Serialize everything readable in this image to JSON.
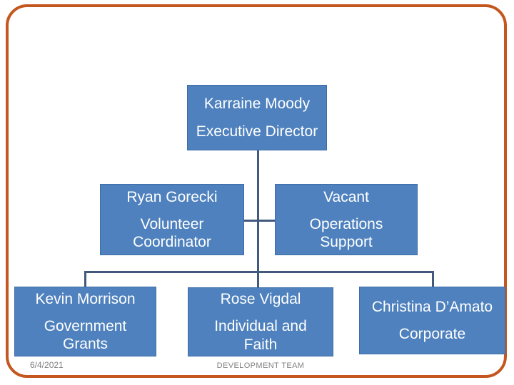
{
  "colors": {
    "box_fill": "#4E81BD",
    "box_border": "#3D6DA8",
    "box_text": "#FFFFFF",
    "connector": "#42597E",
    "frame": "#C4571F",
    "footer_text": "#7F7F7F"
  },
  "footer": {
    "date": "6/4/2021",
    "label": "DEVELOPMENT TEAM"
  },
  "org_chart": {
    "type": "org-chart",
    "nodes": [
      {
        "name": "Karraine Moody",
        "role": "Executive Director",
        "reports_to": null
      },
      {
        "name": "Ryan Gorecki",
        "role": "Volunteer Coordinator",
        "reports_to": "Karraine Moody"
      },
      {
        "name": "Vacant",
        "role": "Operations Support",
        "reports_to": "Karraine Moody"
      },
      {
        "name": "Kevin Morrison",
        "role": "Government Grants",
        "reports_to": "Karraine Moody"
      },
      {
        "name": "Rose Vigdal",
        "role": "Individual and Faith",
        "reports_to": "Karraine Moody"
      },
      {
        "name": "Christina D’Amato",
        "role": "Corporate",
        "reports_to": "Karraine Moody"
      }
    ]
  }
}
